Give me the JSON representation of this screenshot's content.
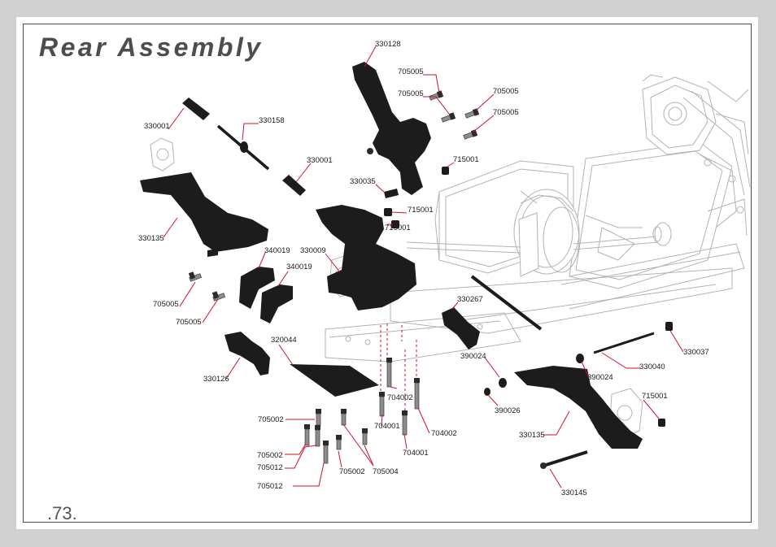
{
  "title": "Rear Assembly",
  "page_number": ".73.",
  "part_labels": {
    "p330128": "330128",
    "p705005a": "705005",
    "p705005b": "705005",
    "p705005c": "705005",
    "p705005d": "705005",
    "p330001a": "330001",
    "p330158": "330158",
    "p330001b": "330001",
    "p715001a": "715001",
    "p330035": "330035",
    "p715001b": "715001",
    "p715001c": "715001",
    "p330135a": "330135",
    "p340019a": "340019",
    "p340019b": "340019",
    "p330009": "330009",
    "p705005e": "705005",
    "p705005f": "705005",
    "p330267": "330267",
    "p330126": "330126",
    "p320044": "320044",
    "p390024a": "390024",
    "p330040": "330040",
    "p330037": "330037",
    "p390024b": "390024",
    "p704002a": "704002",
    "p715001d": "715001",
    "p390026": "390026",
    "p705002a": "705002",
    "p704001a": "704001",
    "p704002b": "704002",
    "p330135b": "330135",
    "p705002b": "705002",
    "p705012a": "705012",
    "p704001b": "704001",
    "p705002c": "705002",
    "p705004": "705004",
    "p705012b": "705012",
    "p330145": "330145"
  },
  "colors": {
    "leader": "#d0102a",
    "part": "#1c1c1c",
    "chassis_outline": "#b3b3b3",
    "page_background": "#cfd0cf",
    "title": "#4d4d4d"
  }
}
